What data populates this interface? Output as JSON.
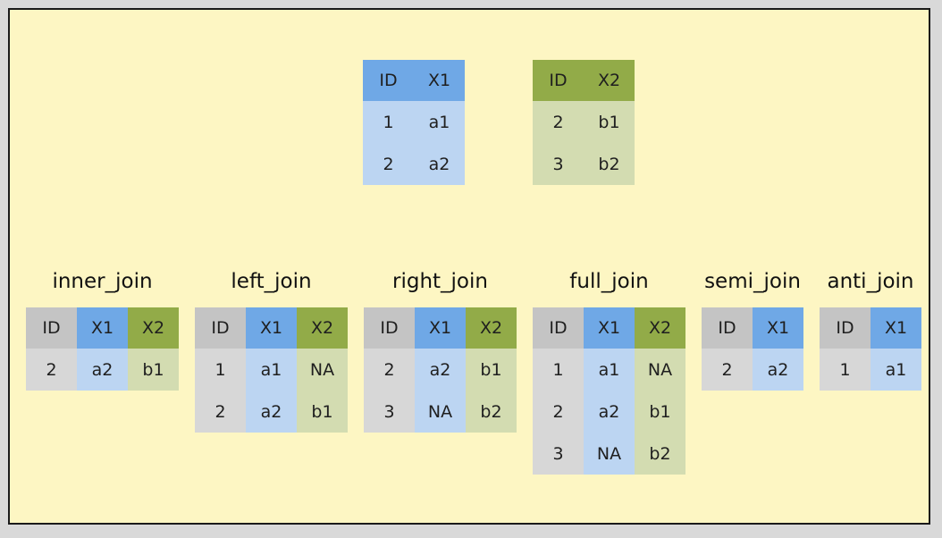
{
  "inputs": [
    {
      "headers": [
        "ID",
        "X1"
      ],
      "rows": [
        [
          "1",
          "a1"
        ],
        [
          "2",
          "a2"
        ]
      ],
      "color": "#6fa8e6",
      "body_color": "#bcd5f2"
    },
    {
      "headers": [
        "ID",
        "X2"
      ],
      "rows": [
        [
          "2",
          "b1"
        ],
        [
          "3",
          "b2"
        ]
      ],
      "color": "#92ab48",
      "body_color": "#d3dcb1"
    }
  ],
  "joins": [
    {
      "title": "inner_join",
      "headers": [
        "ID",
        "X1",
        "X2"
      ],
      "rows": [
        [
          "2",
          "a2",
          "b1"
        ]
      ]
    },
    {
      "title": "left_join",
      "headers": [
        "ID",
        "X1",
        "X2"
      ],
      "rows": [
        [
          "1",
          "a1",
          "NA"
        ],
        [
          "2",
          "a2",
          "b1"
        ]
      ]
    },
    {
      "title": "right_join",
      "headers": [
        "ID",
        "X1",
        "X2"
      ],
      "rows": [
        [
          "2",
          "a2",
          "b1"
        ],
        [
          "3",
          "NA",
          "b2"
        ]
      ]
    },
    {
      "title": "full_join",
      "headers": [
        "ID",
        "X1",
        "X2"
      ],
      "rows": [
        [
          "1",
          "a1",
          "NA"
        ],
        [
          "2",
          "a2",
          "b1"
        ],
        [
          "3",
          "NA",
          "b2"
        ]
      ]
    },
    {
      "title": "semi_join",
      "headers": [
        "ID",
        "X1"
      ],
      "rows": [
        [
          "2",
          "a2"
        ]
      ]
    },
    {
      "title": "anti_join",
      "headers": [
        "ID",
        "X1"
      ],
      "rows": [
        [
          "1",
          "a1"
        ]
      ]
    }
  ],
  "colors": {
    "background": "#fdf6c3",
    "id_header": "#c4c4c4",
    "id_body": "#d7d7d7",
    "x1_header": "#6fa8e6",
    "x1_body": "#bcd5f2",
    "x2_header": "#92ab48",
    "x2_body": "#d3dcb1"
  }
}
